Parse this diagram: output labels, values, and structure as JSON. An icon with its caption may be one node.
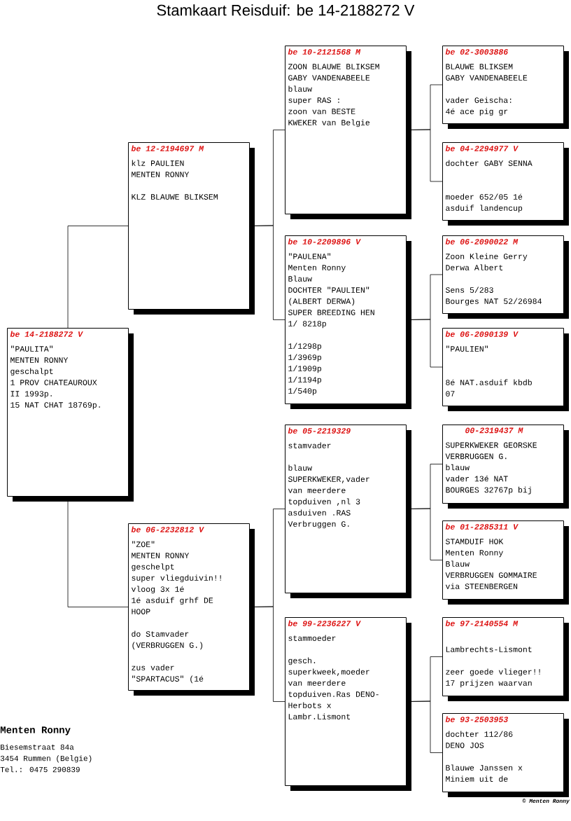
{
  "diagram": {
    "title": "Stamkaart Reisduif: be  14-2188272 V",
    "nodes": [
      {
        "text": [
          "be  14-2188272 V",
          "\"PAULITA\"",
          "MENTEN RONNY",
          "geschalpt",
          "1 PROV CHATEAUROUX",
          "II  1993p.",
          "15 NAT CHAT 18769p."
        ]
      },
      {
        "text": [
          "be  12-2194697 M",
          "klz PAULIEN",
          "MENTEN RONNY",
          "KLZ BLAUWE BLIKSEM"
        ]
      },
      {
        "text": [
          "be  06-2232812 V",
          "\"ZOE\"",
          "MENTEN RONNY",
          "geschelpt",
          "super vliegduivin!!",
          "vloog 3x 1é",
          "1é asduif grhf DE",
          "HOOP",
          "do Stamvader",
          "(VERBRUGGEN G.)",
          "zus vader",
          "\"SPARTACUS\" (1é"
        ]
      },
      {
        "text": [
          "be  10-2121568 M",
          "ZOON BLAUWE BLIKSEM",
          "GABY VANDENABEELE",
          "blauw",
          "super RAS :",
          "zoon van BESTE",
          "KWEKER van Belgie"
        ]
      },
      {
        "text": [
          "be  10-2209896 V",
          "\"PAULENA\"",
          "Menten Ronny",
          "Blauw",
          "DOCHTER \"PAULIEN\"",
          "(ALBERT DERWA)",
          "SUPER BREEDING HEN",
          "1/ 8218p",
          "1/1298p",
          "1/3969p",
          "1/1909p",
          "1/1194p",
          "1/540p"
        ]
      },
      {
        "text": [
          "be  05-2219329",
          "stamvader",
          "blauw",
          "SUPERKWEKER,vader",
          "van meerdere",
          "topduiven ,nl 3",
          "asduiven .RAS",
          "Verbruggen G."
        ]
      },
      {
        "text": [
          "be  99-2236227 V",
          "stammoeder",
          "gesch.",
          "superkweek,moeder",
          "van meerdere",
          "topduiven.Ras DENO-",
          "Herbots x",
          "Lambr.Lismont"
        ]
      },
      {
        "text": [
          "be  02-3003886",
          "BLAUWE BLIKSEM",
          "GABY VANDENABEELE",
          "vader Geischa:",
          "4é ace pig gr"
        ]
      },
      {
        "text": [
          "be  04-2294977 V",
          "dochter GABY SENNA",
          "moeder 652/05 1é",
          "asduif landencup"
        ]
      },
      {
        "text": [
          "be  06-2090022 M",
          "Zoon Kleine Gerry",
          "Derwa Albert",
          "Sens 5/283",
          "Bourges NAT 52/26984"
        ]
      },
      {
        "text": [
          "be  06-2090139 V",
          "\"PAULIEN\"",
          "8é NAT.asduif kbdb",
          "07"
        ]
      },
      {
        "text": [
          "00-2319437 M",
          "SUPERKWEKER GEORSKE",
          "VERBRUGGEN G.",
          "blauw",
          "vader 13é NAT",
          "BOURGES 32767p bij"
        ]
      },
      {
        "text": [
          "be  01-2285311 V",
          "STAMDUIF HOK",
          "Menten Ronny",
          "Blauw",
          "VERBRUGGEN GOMMAIRE",
          "via STEENBERGEN"
        ]
      },
      {
        "text": [
          "be  97-2140554 M",
          "Lambrechts-Lismont",
          "zeer goede vlieger!!",
          "17 prijzen waarvan"
        ]
      },
      {
        "text": [
          "be  93-2503953",
          "dochter 112/86",
          "DENO JOS",
          "Blauwe Janssen x",
          "Miniem uit de"
        ]
      }
    ],
    "edges": [
      {
        "from": 0,
        "to": 1,
        "arrow": "none"
      },
      {
        "from": 0,
        "to": 2,
        "arrow": "none"
      },
      {
        "from": 1,
        "to": 3,
        "arrow": "none"
      },
      {
        "from": 1,
        "to": 4,
        "arrow": "none"
      },
      {
        "from": 2,
        "to": 5,
        "arrow": "none"
      },
      {
        "from": 2,
        "to": 6,
        "arrow": "none"
      },
      {
        "from": 3,
        "to": 7,
        "arrow": "none"
      },
      {
        "from": 3,
        "to": 8,
        "arrow": "none"
      },
      {
        "from": 4,
        "to": 9,
        "arrow": "none"
      },
      {
        "from": 4,
        "to": 10,
        "arrow": "none"
      },
      {
        "from": 5,
        "to": 11,
        "arrow": "none"
      },
      {
        "from": 5,
        "to": 12,
        "arrow": "none"
      },
      {
        "from": 6,
        "to": 13,
        "arrow": "none"
      },
      {
        "from": 6,
        "to": 14,
        "arrow": "none"
      }
    ],
    "labels": [
      "Menten Ronny",
      "Biesemstraat 84a",
      "3454  Rummen (Belgie)",
      "Tel.: 0475 290839",
      "© Menten Ronny"
    ]
  }
}
